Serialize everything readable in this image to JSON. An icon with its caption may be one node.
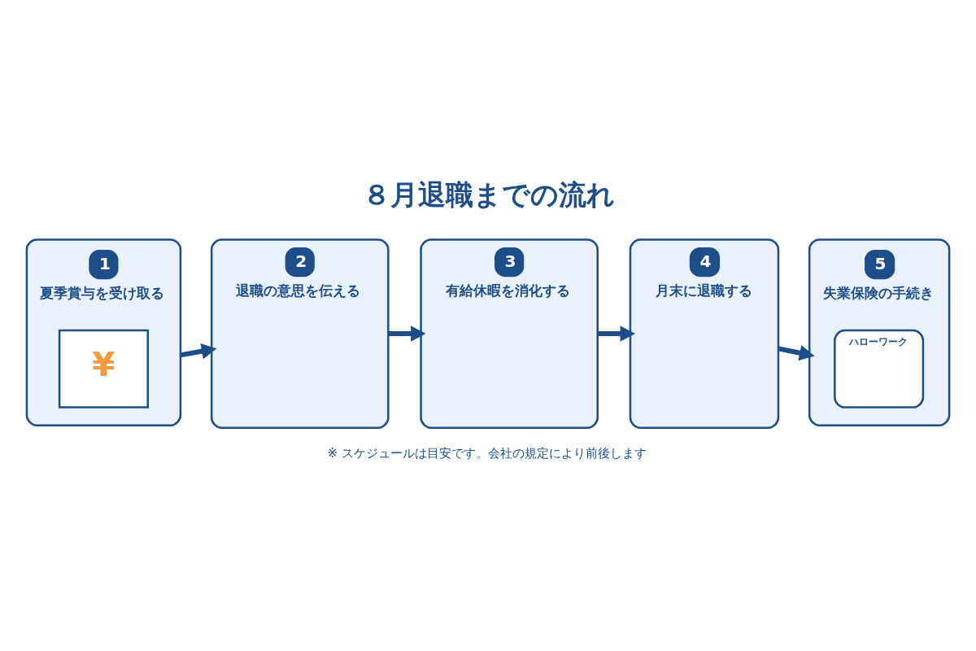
{
  "diagram": {
    "title": "８月退職までの流れ",
    "caption": "※ スケジュールは目安です。会社の規定により前後します",
    "nodes": [
      {
        "text": [
          "1",
          "夏季賞与を受け取る"
        ]
      },
      {
        "text": [
          "¥"
        ],
        "in": 0
      },
      {
        "text": [
          "2",
          "退職の意思を伝える"
        ]
      },
      {
        "text": [
          "3",
          "有給休暇を消化する"
        ]
      },
      {
        "text": [
          "4",
          "月末に退職する"
        ]
      },
      {
        "text": [
          "5",
          "失業保険の手続き"
        ]
      },
      {
        "text": [
          "ハローワーク"
        ],
        "in": 5
      }
    ],
    "edges": [
      {
        "from": 0,
        "to": 2,
        "arrow": "to"
      },
      {
        "from": 2,
        "to": 3,
        "arrow": "to"
      },
      {
        "from": 3,
        "to": 4,
        "arrow": "to"
      },
      {
        "from": 4,
        "to": 5,
        "arrow": "to"
      }
    ]
  }
}
